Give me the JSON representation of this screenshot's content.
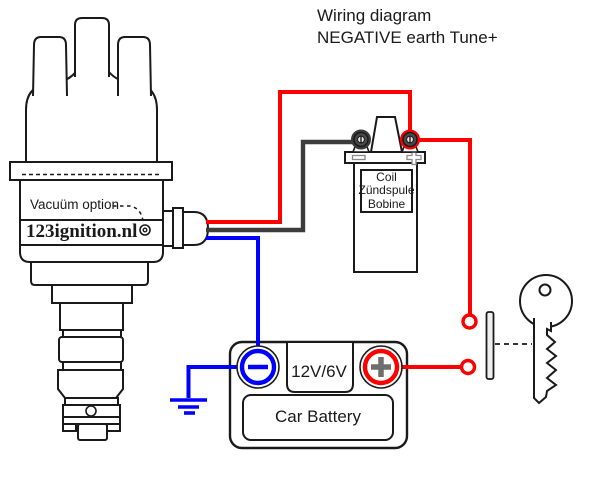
{
  "title": {
    "line1": "Wiring diagram",
    "line2": "NEGATIVE earth Tune+"
  },
  "distributor": {
    "vacuum_label": "Vacuüm option",
    "brand": "123ignition.nl"
  },
  "coil": {
    "labels": [
      "Coil",
      "Zündspule",
      "Bobine"
    ],
    "negative_mark": "-",
    "positive_mark": "+"
  },
  "battery": {
    "voltage": "12V/6V",
    "name": "Car Battery",
    "negative_terminal": "-",
    "positive_terminal": "+"
  },
  "colors": {
    "positive_wire": "#ff0000",
    "ground_wire": "#0000ff",
    "coil_signal_wire": "#3c3c3c",
    "outline": "#1a1a1a"
  }
}
